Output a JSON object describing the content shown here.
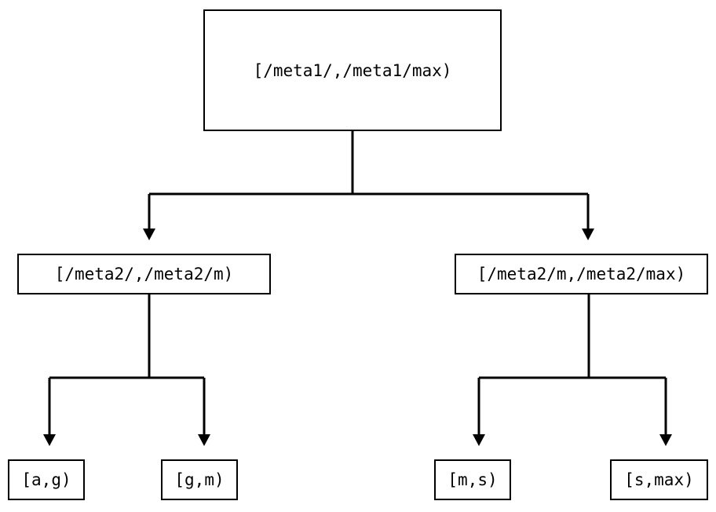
{
  "diagram": {
    "title": "interval-partition-tree",
    "stroke_color": "#000000",
    "background_color": "#ffffff",
    "nodes": {
      "root": {
        "label": "[/meta1/,/meta1/max)"
      },
      "level2": [
        {
          "label": "[/meta2/,/meta2/m)"
        },
        {
          "label": "[/meta2/m,/meta2/max)"
        }
      ],
      "leaves": [
        {
          "label": "[a,g)"
        },
        {
          "label": "[g,m)"
        },
        {
          "label": "[m,s)"
        },
        {
          "label": "[s,max)"
        }
      ]
    },
    "edges": [
      {
        "from": "root",
        "to": "level2-left",
        "arrow": "down-triangle"
      },
      {
        "from": "root",
        "to": "level2-right",
        "arrow": "down-triangle"
      },
      {
        "from": "level2-left",
        "to": "leaf-a-g",
        "arrow": "down-triangle"
      },
      {
        "from": "level2-left",
        "to": "leaf-g-m",
        "arrow": "down-triangle"
      },
      {
        "from": "level2-right",
        "to": "leaf-m-s",
        "arrow": "down-triangle"
      },
      {
        "from": "level2-right",
        "to": "leaf-s-max",
        "arrow": "down-triangle"
      }
    ]
  }
}
